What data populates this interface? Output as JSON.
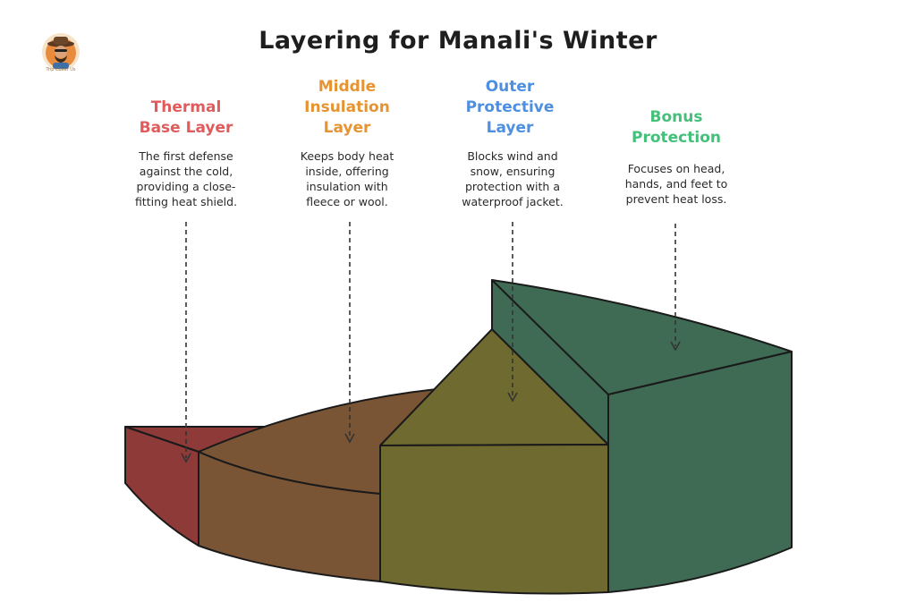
{
  "title": "Layering for Manali's Winter",
  "logo": {
    "caption": "Trip Cover Us"
  },
  "layers": [
    {
      "heading": [
        "Thermal",
        "Base Layer"
      ],
      "description": [
        "The first defense",
        "against the cold,",
        "providing a close-",
        "fitting heat shield."
      ],
      "heading_color": "#e05b5b",
      "fill_color": "#8e3a38"
    },
    {
      "heading": [
        "Middle",
        "Insulation",
        "Layer"
      ],
      "description": [
        "Keeps body heat",
        "inside, offering",
        "insulation with",
        "fleece or wool."
      ],
      "heading_color": "#e69433",
      "fill_color": "#7a5535"
    },
    {
      "heading": [
        "Outer",
        "Protective",
        "Layer"
      ],
      "description": [
        "Blocks wind and",
        "snow, ensuring",
        "protection with a",
        "waterproof jacket."
      ],
      "heading_color": "#4d8fe0",
      "fill_color": "#6f6a2f"
    },
    {
      "heading": [
        "Bonus",
        "Protection"
      ],
      "description": [
        "Focuses on head,",
        "hands, and feet to",
        "prevent heat loss."
      ],
      "heading_color": "#45c07a",
      "fill_color": "#3f6b55"
    }
  ]
}
